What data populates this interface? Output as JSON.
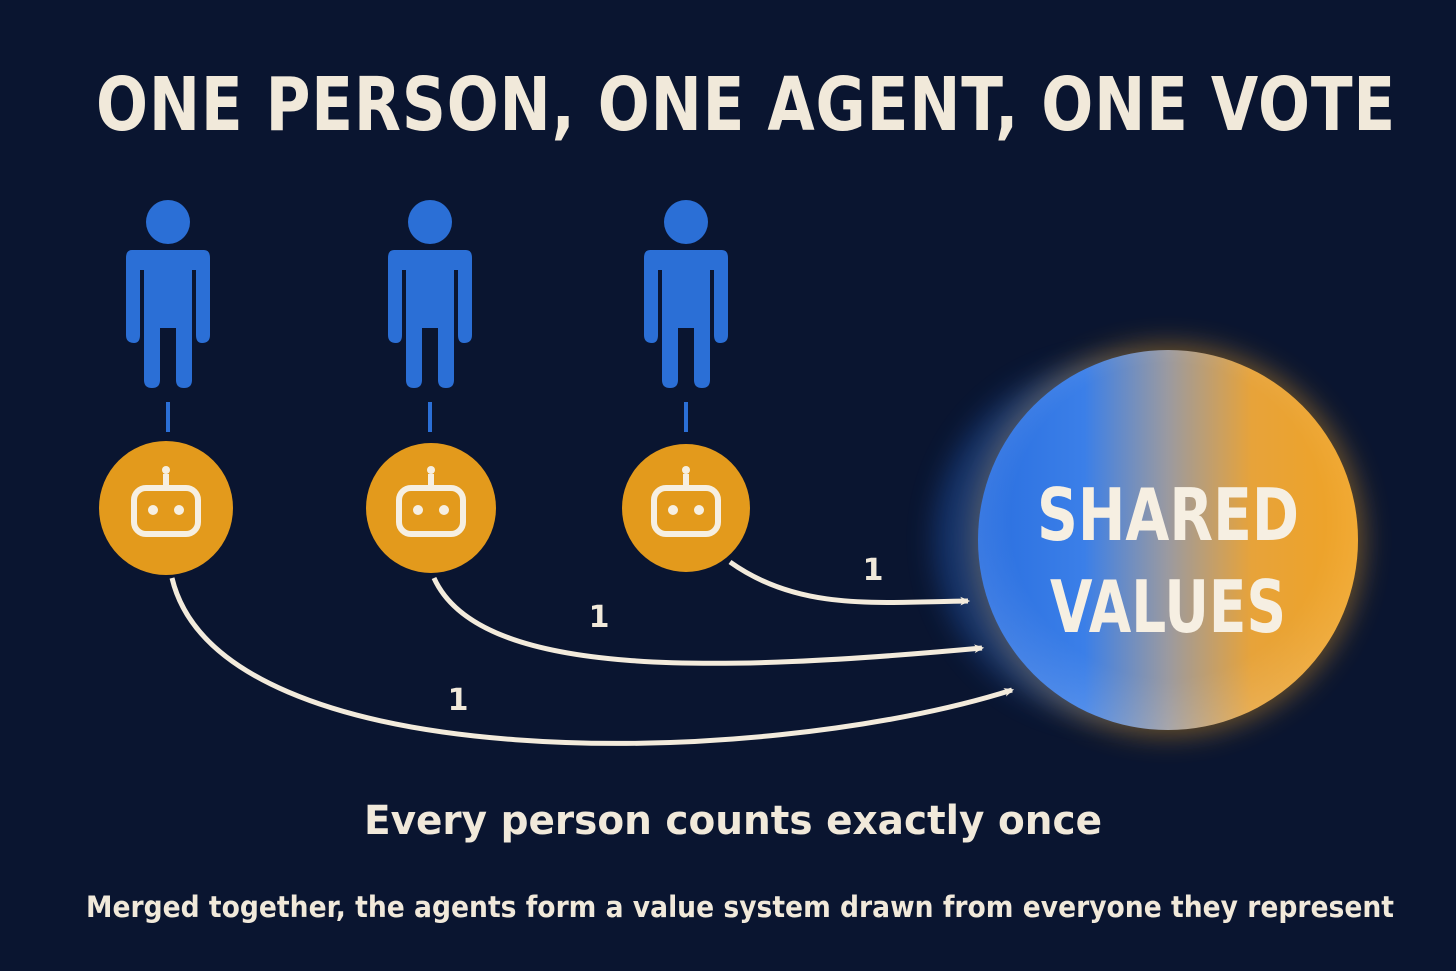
{
  "title": "ONE PERSON, ONE AGENT, ONE VOTE",
  "shared_circle": {
    "line1": "SHARED",
    "line2": "VALUES"
  },
  "votes": [
    {
      "label": "1"
    },
    {
      "label": "1"
    },
    {
      "label": "1"
    }
  ],
  "subtitle": "Every person counts exactly once",
  "caption": "Merged together, the agents form a value system drawn from everyone they represent",
  "colors": {
    "background": "#0a1530",
    "person": "#2b6fd6",
    "agent": "#e39a1c",
    "text": "#f1e9da",
    "arrow": "#f3ebdc"
  },
  "icons": {
    "person": "person-icon",
    "agent": "robot-icon"
  }
}
